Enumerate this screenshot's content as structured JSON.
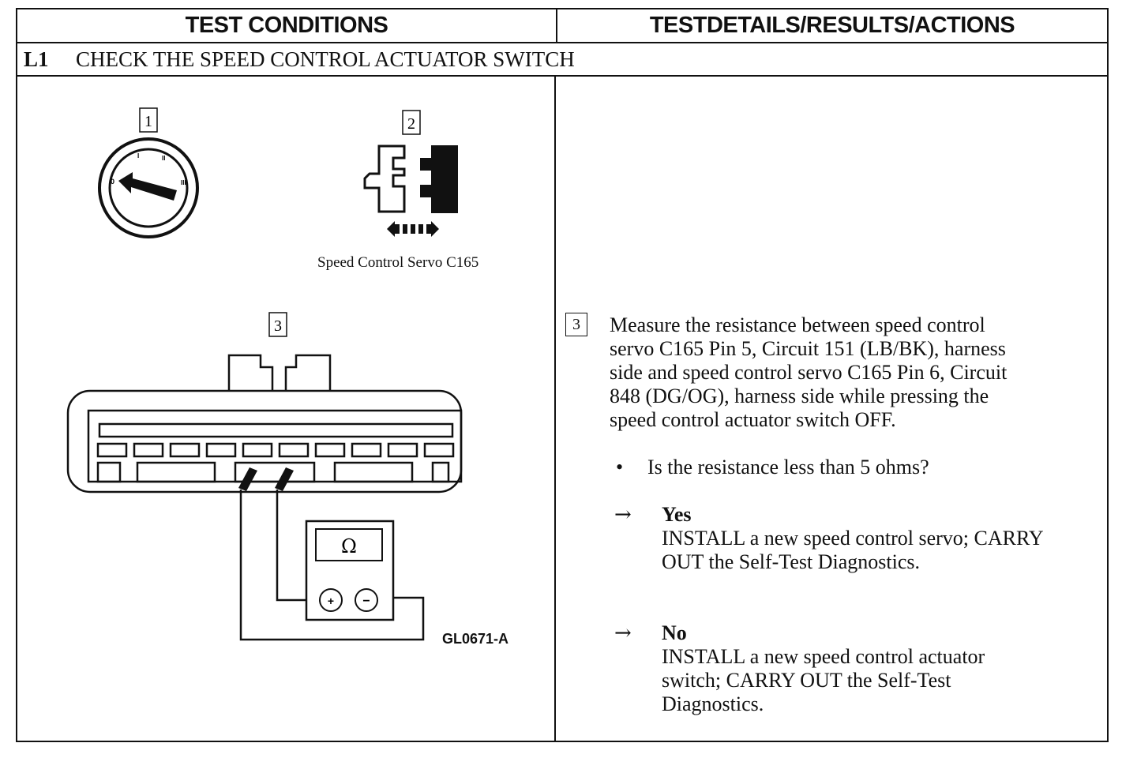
{
  "header": {
    "left": "TEST CONDITIONS",
    "right": "TESTDETAILS/RESULTS/ACTIONS"
  },
  "section": {
    "code": "L1",
    "title": "CHECK THE SPEED CONTROL ACTUATOR SWITCH"
  },
  "figure": {
    "step1": "1",
    "step2": "2",
    "step3": "3",
    "connector_caption": "Speed Control Servo C165",
    "meter_symbol": "Ω",
    "plus": "+",
    "minus": "−",
    "figure_id": "GL0671-A"
  },
  "details": {
    "step_num": "3",
    "lines": [
      "Measure the resistance between speed control",
      "servo C165 Pin 5, Circuit 151 (LB/BK), harness",
      "side and speed control servo C165 Pin 6, Circuit",
      "848 (DG/OG), harness side while pressing the",
      "speed control actuator switch OFF."
    ],
    "bullet": "•",
    "question": "Is the resistance less than 5 ohms?",
    "arrow": "→",
    "yes_label": "Yes",
    "yes_lines": [
      "INSTALL a new speed control servo; CARRY",
      "OUT the Self-Test Diagnostics."
    ],
    "no_label": "No",
    "no_lines": [
      "INSTALL a new speed control actuator",
      "switch; CARRY OUT the Self-Test",
      "Diagnostics."
    ]
  }
}
